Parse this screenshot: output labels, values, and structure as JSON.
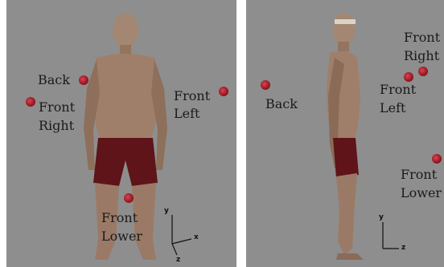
{
  "front_view": {
    "labels": {
      "back": "Back",
      "front_right_1": "Front",
      "front_right_2": "Right",
      "front_left_1": "Front",
      "front_left_2": "Left",
      "front_lower_1": "Front",
      "front_lower_2": "Lower"
    },
    "axes": {
      "y": "y",
      "x": "x",
      "z": "z"
    }
  },
  "side_view": {
    "labels": {
      "back": "Back",
      "front_right_1": "Front",
      "front_right_2": "Right",
      "front_left_1": "Front",
      "front_left_2": "Left",
      "front_lower_1": "Front",
      "front_lower_2": "Lower"
    },
    "axes": {
      "y": "y",
      "z": "z"
    }
  },
  "colors": {
    "background": "#8e8e8e",
    "marker": "#a01b28",
    "skin": "#9c7d68",
    "shorts": "#5e1418"
  }
}
